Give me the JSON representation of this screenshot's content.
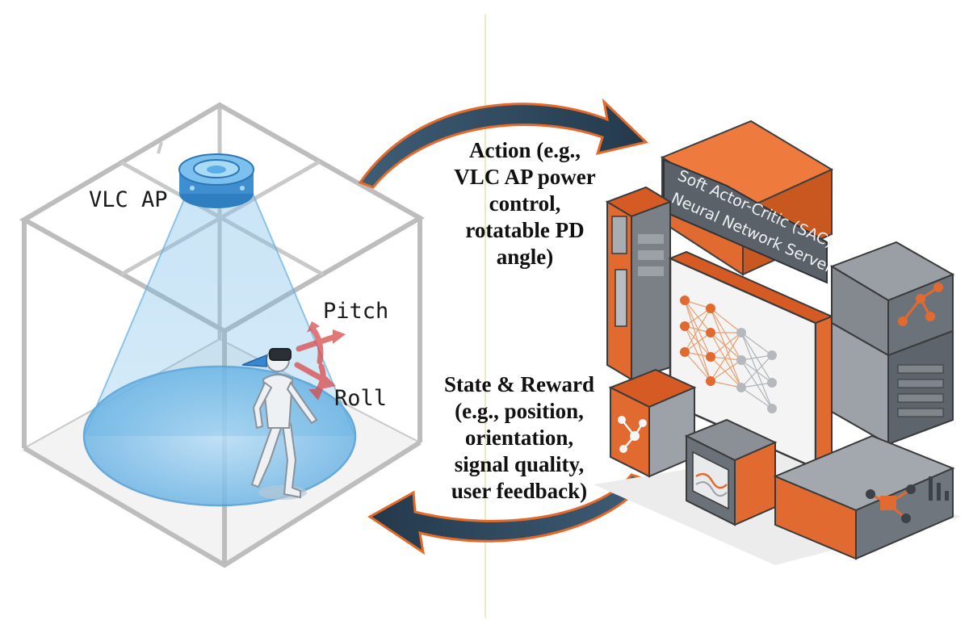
{
  "labels": {
    "vlc_ap": "VLC AP",
    "pitch": "Pitch",
    "roll": "Roll"
  },
  "action_text": [
    "Action (e.g.,",
    "VLC AP power",
    "control,",
    "rotatable PD",
    "angle)"
  ],
  "state_text": [
    "State & Reward",
    "(e.g., position,",
    "orientation,",
    "signal quality,",
    "user feedback)"
  ],
  "server_title": [
    "Soft Actor-Critic (SAC)",
    "Neural Network Server"
  ],
  "colors": {
    "arrow_dark": "#2e4a60",
    "arrow_orange": "#e36a2a",
    "server_orange": "#e06a2f",
    "server_gray": "#5d646c",
    "light_blue": "#4aa3e0",
    "pitch_roll_red": "#d94a4a"
  },
  "icons": [
    "vlc-ap-fixture",
    "vr-user-figure",
    "pitch-arrow",
    "roll-arrow",
    "neural-network-icon"
  ]
}
